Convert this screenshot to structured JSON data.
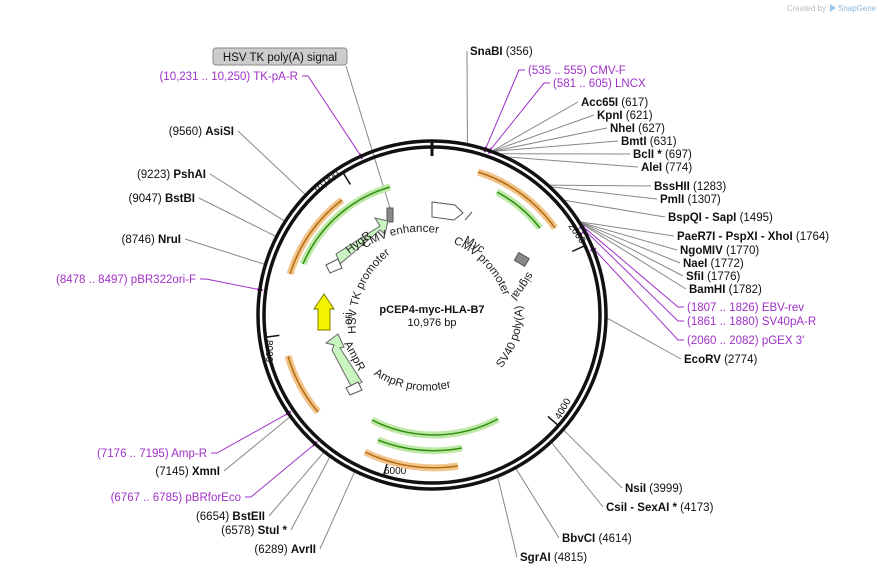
{
  "watermark": {
    "text": "Created by",
    "brand": "SnapGene"
  },
  "plasmid": {
    "name": "pCEP4-myc-HLA-B7",
    "size": "10,976 bp",
    "length": 10976
  },
  "colors": {
    "backbone": "#111111",
    "feature_green": "#2f8f0f",
    "feature_orange": "#c77d1f",
    "primer": "#a030c8",
    "line": "#888888"
  },
  "ticks": [
    {
      "pos": 2000,
      "label": "2000"
    },
    {
      "pos": 4000,
      "label": "4000"
    },
    {
      "pos": 6000,
      "label": "6000"
    },
    {
      "pos": 8000,
      "label": "8000"
    },
    {
      "pos": 10000,
      "label": "10,000"
    }
  ],
  "sites_right": [
    {
      "name": "SnaBI",
      "pos": "(356)",
      "site": 356
    },
    {
      "name": "Acc65I",
      "pos": "(617)",
      "site": 617
    },
    {
      "name": "KpnI",
      "pos": "(621)",
      "site": 621
    },
    {
      "name": "NheI",
      "pos": "(627)",
      "site": 627
    },
    {
      "name": "BmtI",
      "pos": "(631)",
      "site": 631
    },
    {
      "name": "BclI *",
      "pos": "(697)",
      "site": 697
    },
    {
      "name": "AleI",
      "pos": "(774)",
      "site": 774
    },
    {
      "name": "BssHII",
      "pos": "(1283)",
      "site": 1283
    },
    {
      "name": "PmlI",
      "pos": "(1307)",
      "site": 1307
    },
    {
      "name": "BspQI - SapI",
      "pos": "(1495)",
      "site": 1495
    },
    {
      "name": "PaeR7I - PspXI - XhoI",
      "pos": "(1764)",
      "site": 1764
    },
    {
      "name": "NgoMIV",
      "pos": "(1770)",
      "site": 1770
    },
    {
      "name": "NaeI",
      "pos": "(1772)",
      "site": 1772
    },
    {
      "name": "SfiI",
      "pos": "(1776)",
      "site": 1776
    },
    {
      "name": "BamHI",
      "pos": "(1782)",
      "site": 1782
    },
    {
      "name": "EcoRV",
      "pos": "(2774)",
      "site": 2774
    },
    {
      "name": "NsiI",
      "pos": "(3999)",
      "site": 3999
    },
    {
      "name": "CsiI - SexAI *",
      "pos": "(4173)",
      "site": 4173
    },
    {
      "name": "BbvCI",
      "pos": "(4614)",
      "site": 4614
    },
    {
      "name": "SgrAI",
      "pos": "(4815)",
      "site": 4815
    }
  ],
  "sites_left": [
    {
      "name": "AsiSI",
      "pos": "(9560)",
      "site": 9560
    },
    {
      "name": "PshAI",
      "pos": "(9223)",
      "site": 9223
    },
    {
      "name": "BstBI",
      "pos": "(9047)",
      "site": 9047
    },
    {
      "name": "NruI",
      "pos": "(8746)",
      "site": 8746
    },
    {
      "name": "XmnI",
      "pos": "(7145)",
      "site": 7145
    },
    {
      "name": "BstEII",
      "pos": "(6654)",
      "site": 6654
    },
    {
      "name": "StuI *",
      "pos": "(6578)",
      "site": 6578
    },
    {
      "name": "AvrII",
      "pos": "(6289)",
      "site": 6289
    }
  ],
  "primers": [
    {
      "name": "TK-pA-R",
      "range": "(10,231 .. 10,250)",
      "site": 10240
    },
    {
      "name": "CMV-F",
      "range": "(535 .. 555)",
      "site": 545
    },
    {
      "name": "LNCX",
      "range": "(581 .. 605)",
      "site": 593
    },
    {
      "name": "pBR322ori-F",
      "range": "(8478 .. 8497)",
      "site": 8487
    },
    {
      "name": "EBV-rev",
      "range": "(1807 .. 1826)",
      "site": 1816
    },
    {
      "name": "SV40pA-R",
      "range": "(1861 .. 1880)",
      "site": 1870
    },
    {
      "name": "pGEX 3'",
      "range": "(2060 .. 2082)",
      "site": 2071
    },
    {
      "name": "Amp-R",
      "range": "(7176 .. 7195)",
      "site": 7185
    },
    {
      "name": "pBRforEco",
      "range": "(6767 .. 6785)",
      "site": 6776
    }
  ],
  "feature_box": {
    "text": "HSV TK poly(A) signal"
  },
  "features": [
    {
      "name": "CMV enhancer"
    },
    {
      "name": "Myc"
    },
    {
      "name": "CMV promoter"
    },
    {
      "name": "HygR"
    },
    {
      "name": "HSV TK promoter"
    },
    {
      "name": "ori"
    },
    {
      "name": "AmpR"
    },
    {
      "name": "AmpR promoter"
    },
    {
      "name": "SV40 poly(A)"
    },
    {
      "name": "signal"
    }
  ]
}
